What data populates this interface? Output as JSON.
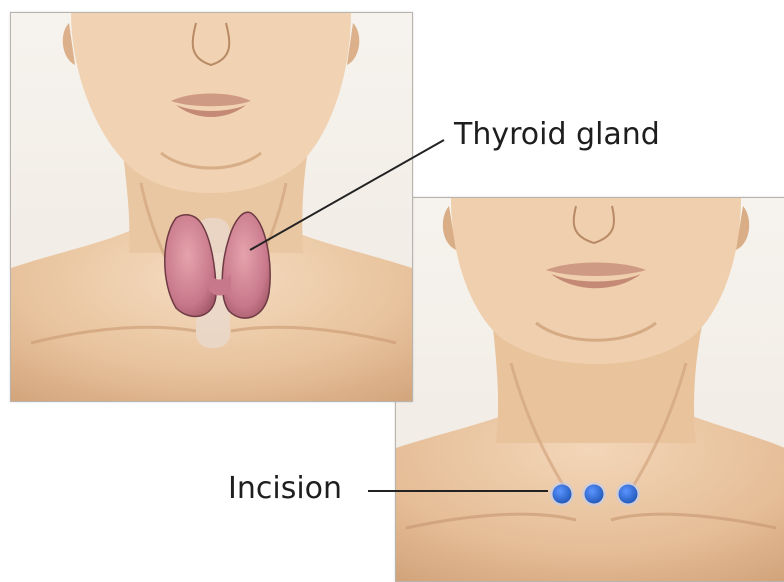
{
  "labels": {
    "thyroid": "Thyroid gland",
    "incision": "Incision"
  },
  "colors": {
    "skin_light": "#f3d9bd",
    "skin_mid": "#e2bb95",
    "skin_shadow": "#c79a73",
    "thyroid": "#c77a86",
    "incision_dot": "#2f6fd6",
    "leader_line": "#2a2a2a"
  },
  "icons": {
    "incision_marks": "three-dots"
  }
}
